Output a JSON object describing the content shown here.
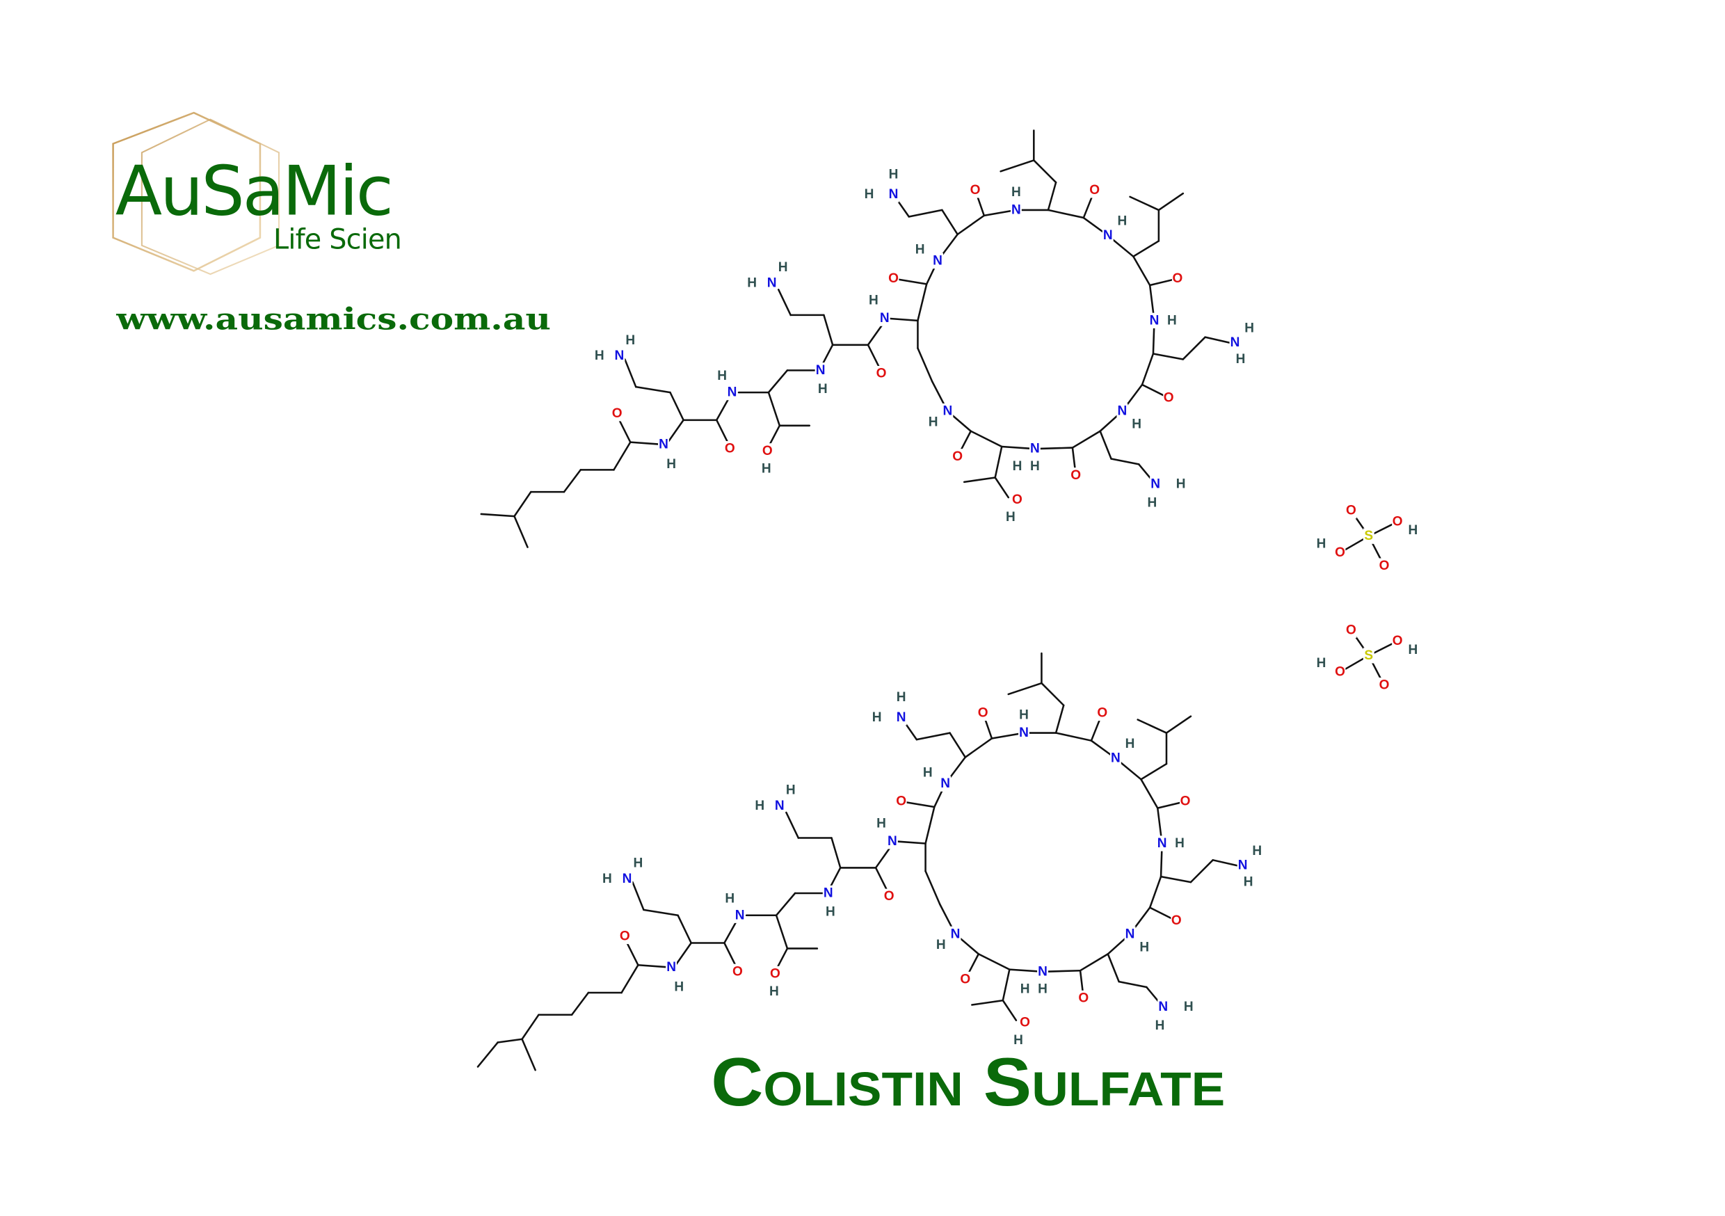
{
  "logo": {
    "brand": "AuSaMic",
    "tagline": "Life Scien",
    "website": "www.ausamics.com.au"
  },
  "title": "Colistin Sulfate",
  "elements": {
    "N": "N",
    "O": "O",
    "H": "H",
    "S": "S"
  },
  "colors": {
    "brand_green": "#0a6a0a",
    "logo_gold": "#d4b07a",
    "nitrogen": "#1010e0",
    "oxygen": "#e01010",
    "hydrogen": "#2f4f4f",
    "sulfur": "#c8c800",
    "bond": "#111111"
  },
  "molecules": [
    "colistin-component-1",
    "colistin-component-2",
    "sulfuric-acid",
    "sulfuric-acid"
  ]
}
